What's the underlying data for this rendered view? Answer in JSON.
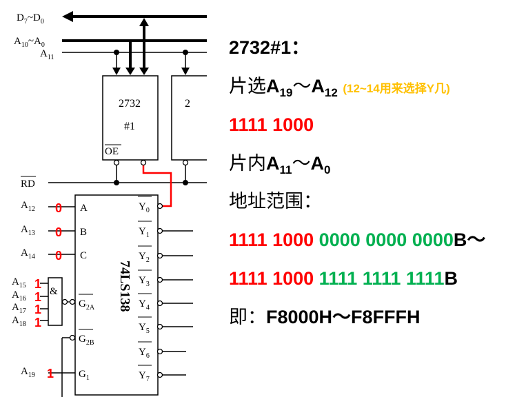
{
  "colors": {
    "chip_select_bits": "#ff0000",
    "in_chip_bits": "#00b050",
    "note": "#ffc000",
    "wire_selected": "#ff0000",
    "text": "#000000"
  },
  "diagram": {
    "buses": {
      "data_bus": {
        "name": "D",
        "from": "7",
        "to": "0"
      },
      "addr_bus": {
        "name": "A",
        "from": "10",
        "to": "0"
      },
      "a11": {
        "name": "A",
        "sub": "11"
      },
      "rd": {
        "name": "RD"
      }
    },
    "tilde": "~",
    "eprom1": {
      "line1": "2732",
      "line2": "#1",
      "oe_label": "OE"
    },
    "eprom2": {
      "line1": "2"
    },
    "decoder": {
      "name": "74LS138",
      "inputs": [
        {
          "pin": "A",
          "addr": "A",
          "addr_sub": "12",
          "value": "0"
        },
        {
          "pin": "B",
          "addr": "A",
          "addr_sub": "13",
          "value": "0"
        },
        {
          "pin": "C",
          "addr": "A",
          "addr_sub": "14",
          "value": "0"
        }
      ],
      "and_gate": {
        "symbol": "&",
        "inputs": [
          {
            "addr": "A",
            "addr_sub": "15",
            "value": "1"
          },
          {
            "addr": "A",
            "addr_sub": "16",
            "value": "1"
          },
          {
            "addr": "A",
            "addr_sub": "17",
            "value": "1"
          },
          {
            "addr": "A",
            "addr_sub": "18",
            "value": "1"
          }
        ]
      },
      "g2a": {
        "pin": "G",
        "sub": "2A"
      },
      "g2b": {
        "pin": "G",
        "sub": "2B"
      },
      "g1": {
        "pin": "G",
        "sub": "1",
        "addr": "A",
        "addr_sub": "19",
        "value": "1"
      },
      "outputs": [
        {
          "pin": "Y",
          "sub": "0"
        },
        {
          "pin": "Y",
          "sub": "1"
        },
        {
          "pin": "Y",
          "sub": "2"
        },
        {
          "pin": "Y",
          "sub": "3"
        },
        {
          "pin": "Y",
          "sub": "4"
        },
        {
          "pin": "Y",
          "sub": "5"
        },
        {
          "pin": "Y",
          "sub": "6"
        },
        {
          "pin": "Y",
          "sub": "7"
        }
      ]
    }
  },
  "notes": {
    "title": "2732#1：",
    "chip_select": {
      "label": "片选",
      "a": "A",
      "from": "19",
      "tilde": "～",
      "to": "12",
      "note": "(12~14用来选择Y几)"
    },
    "chip_select_bits": "1111 1000",
    "in_chip": {
      "label": "片内",
      "a": "A",
      "from": "11",
      "tilde": "～",
      "to": "0"
    },
    "range_label": "地址范围：",
    "range_start": {
      "red": "1111 1000 ",
      "green": "0000 0000 0000",
      "suffix": "B～"
    },
    "range_end": {
      "red": "1111 1000 ",
      "green": "1111 1111 1111",
      "suffix": "B"
    },
    "result": {
      "label": "即：",
      "value": "F8000H～F8FFFH"
    }
  }
}
